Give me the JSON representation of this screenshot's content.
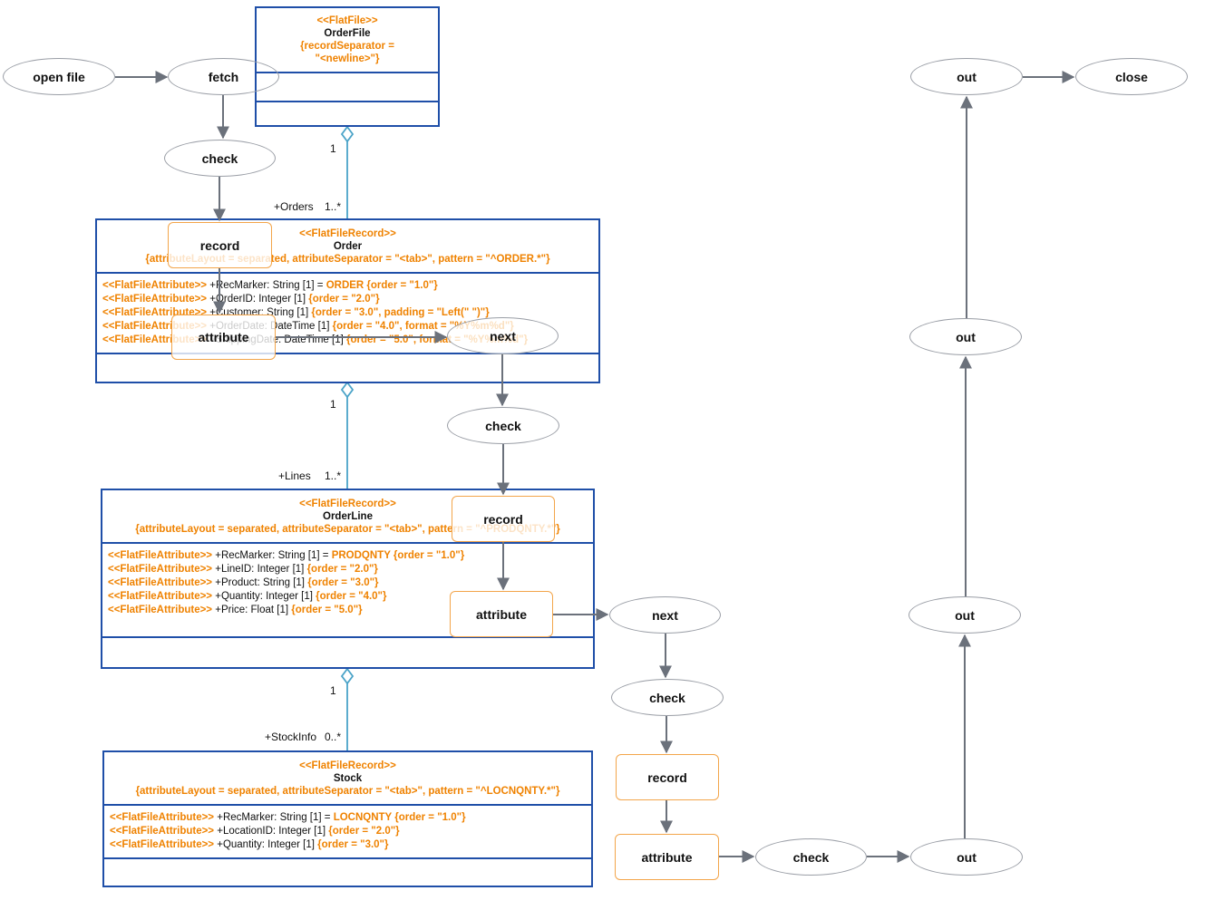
{
  "classes": {
    "orderfile": {
      "stereotype": "<<FlatFile>>",
      "name": "OrderFile",
      "tag_line1": "{recordSeparator =",
      "tag_line2": "\"<newline>\"}",
      "attributes": []
    },
    "order": {
      "stereotype": "<<FlatFileRecord>>",
      "name": "Order",
      "tag": "{attributeLayout = separated, attributeSeparator = \"<tab>\", pattern = \"^ORDER.*\"}",
      "attributes": [
        {
          "stereotype": "<<FlatFileAttribute>>",
          "text": " +RecMarker: String [1] = ",
          "tag": "ORDER {order = \"1.0\"}"
        },
        {
          "stereotype": "<<FlatFileAttribute>>",
          "text": " +OrderID: Integer [1] ",
          "tag": "{order = \"2.0\"}"
        },
        {
          "stereotype": "<<FlatFileAttribute>>",
          "text": " +Customer: String [1] ",
          "tag": "{order = \"3.0\", padding = \"Left(\" \")\"}"
        },
        {
          "stereotype": "<<FlatFileAttribute>>",
          "text": " +OrderDate: DateTime [1] ",
          "tag": "{order = \"4.0\", format = \"%Y%m%d\"}"
        },
        {
          "stereotype": "<<FlatFileAttribute>>",
          "text": " +ShippingDate: DateTime [1] ",
          "tag": "{order = \"5.0\", format = \"%Y%m%d\"}"
        }
      ]
    },
    "orderline": {
      "stereotype": "<<FlatFileRecord>>",
      "name": "OrderLine",
      "tag": "{attributeLayout = separated, attributeSeparator = \"<tab>\", pattern = \"^PRODQNTY.*\"}",
      "attributes": [
        {
          "stereotype": "<<FlatFileAttribute>>",
          "text": " +RecMarker: String [1] = ",
          "tag": "PRODQNTY {order = \"1.0\"}"
        },
        {
          "stereotype": "<<FlatFileAttribute>>",
          "text": " +LineID: Integer [1] ",
          "tag": "{order = \"2.0\"}"
        },
        {
          "stereotype": "<<FlatFileAttribute>>",
          "text": " +Product: String [1] ",
          "tag": "{order = \"3.0\"}"
        },
        {
          "stereotype": "<<FlatFileAttribute>>",
          "text": " +Quantity: Integer [1] ",
          "tag": "{order = \"4.0\"}"
        },
        {
          "stereotype": "<<FlatFileAttribute>>",
          "text": " +Price: Float [1] ",
          "tag": "{order = \"5.0\"}"
        }
      ]
    },
    "stock": {
      "stereotype": "<<FlatFileRecord>>",
      "name": "Stock",
      "tag": "{attributeLayout = separated, attributeSeparator = \"<tab>\", pattern = \"^LOCNQNTY.*\"}",
      "attributes": [
        {
          "stereotype": "<<FlatFileAttribute>>",
          "text": " +RecMarker: String [1] = ",
          "tag": "LOCNQNTY {order = \"1.0\"}"
        },
        {
          "stereotype": "<<FlatFileAttribute>>",
          "text": " +LocationID: Integer [1] ",
          "tag": "{order = \"2.0\"}"
        },
        {
          "stereotype": "<<FlatFileAttribute>>",
          "text": " +Quantity: Integer [1] ",
          "tag": "{order = \"3.0\"}"
        }
      ]
    }
  },
  "associations": {
    "orders": {
      "owner_mult": "1",
      "role": "+Orders",
      "mult": "1..*"
    },
    "lines": {
      "owner_mult": "1",
      "role": "+Lines",
      "mult": "1..*"
    },
    "stockinfo": {
      "owner_mult": "1",
      "role": "+StockInfo",
      "mult": "0..*"
    }
  },
  "flow_nodes": [
    {
      "id": "open-file",
      "shape": "ellipse",
      "label": "open file"
    },
    {
      "id": "fetch",
      "shape": "ellipse",
      "label": "fetch"
    },
    {
      "id": "check-1",
      "shape": "ellipse",
      "label": "check"
    },
    {
      "id": "record-1",
      "shape": "rect",
      "label": "record"
    },
    {
      "id": "attribute-1",
      "shape": "rect",
      "label": "attribute"
    },
    {
      "id": "next-1",
      "shape": "ellipse",
      "label": "next"
    },
    {
      "id": "check-2",
      "shape": "ellipse",
      "label": "check"
    },
    {
      "id": "record-2",
      "shape": "rect",
      "label": "record"
    },
    {
      "id": "attribute-2",
      "shape": "rect",
      "label": "attribute"
    },
    {
      "id": "next-2",
      "shape": "ellipse",
      "label": "next"
    },
    {
      "id": "check-3",
      "shape": "ellipse",
      "label": "check"
    },
    {
      "id": "record-3",
      "shape": "rect",
      "label": "record"
    },
    {
      "id": "attribute-3",
      "shape": "rect",
      "label": "attribute"
    },
    {
      "id": "check-4",
      "shape": "ellipse",
      "label": "check"
    },
    {
      "id": "out-1",
      "shape": "ellipse",
      "label": "out"
    },
    {
      "id": "out-2",
      "shape": "ellipse",
      "label": "out"
    },
    {
      "id": "out-3",
      "shape": "ellipse",
      "label": "out"
    },
    {
      "id": "out-4",
      "shape": "ellipse",
      "label": "out"
    },
    {
      "id": "close",
      "shape": "ellipse",
      "label": "close"
    }
  ],
  "colors": {
    "class_border": "#1f4fa8",
    "association_line": "#4aa3c8",
    "stereotype_text": "#ef8200",
    "flow_arrow": "#6b717b",
    "ellipse_border": "#9a9ea6",
    "rect_border": "#f3a54a"
  }
}
